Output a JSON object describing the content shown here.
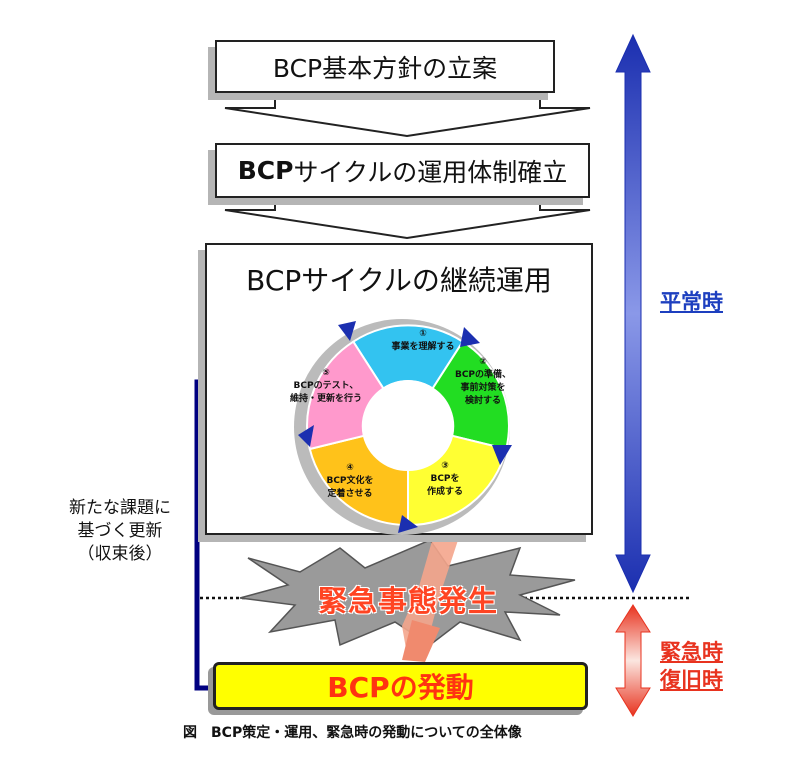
{
  "steps": {
    "step1": "BCP基本方針の立案",
    "step2_prefix": "BCP",
    "step2_rest": "サイクルの運用体制確立",
    "step3": "BCPサイクルの継続運用"
  },
  "cycle": [
    {
      "num": "①",
      "text1": "事業を理解する",
      "text2": "",
      "text3": ""
    },
    {
      "num": "②",
      "text1": "BCPの準備、",
      "text2": "事前対策を",
      "text3": "検討する"
    },
    {
      "num": "③",
      "text1": "BCPを",
      "text2": "作成する",
      "text3": ""
    },
    {
      "num": "④",
      "text1": "BCP文化を",
      "text2": "定着させる",
      "text3": ""
    },
    {
      "num": "⑤",
      "text1": "BCPのテスト、",
      "text2": "維持・更新を行う",
      "text3": ""
    }
  ],
  "side": {
    "line1": "新たな課題に",
    "line2": "基づく更新",
    "line3": "（収束後）"
  },
  "labels": {
    "normal": "平常時",
    "emergency1": "緊急時",
    "emergency2": "復旧時"
  },
  "emergency_event": "緊急事態発生",
  "activation": "BCPの発動",
  "caption": "図　BCP策定・運用、緊急時の発動についての全体像",
  "colors": {
    "blue_arrow": "#2a3fc0",
    "red_arrow": "#e8331f",
    "cycle_1": "#33c3f0",
    "cycle_2": "#22dd22",
    "cycle_3": "#ffff33",
    "cycle_4": "#ffc21a",
    "cycle_5": "#ff99cc",
    "activation_bg": "#ffff00",
    "feedback_line": "#000080"
  }
}
